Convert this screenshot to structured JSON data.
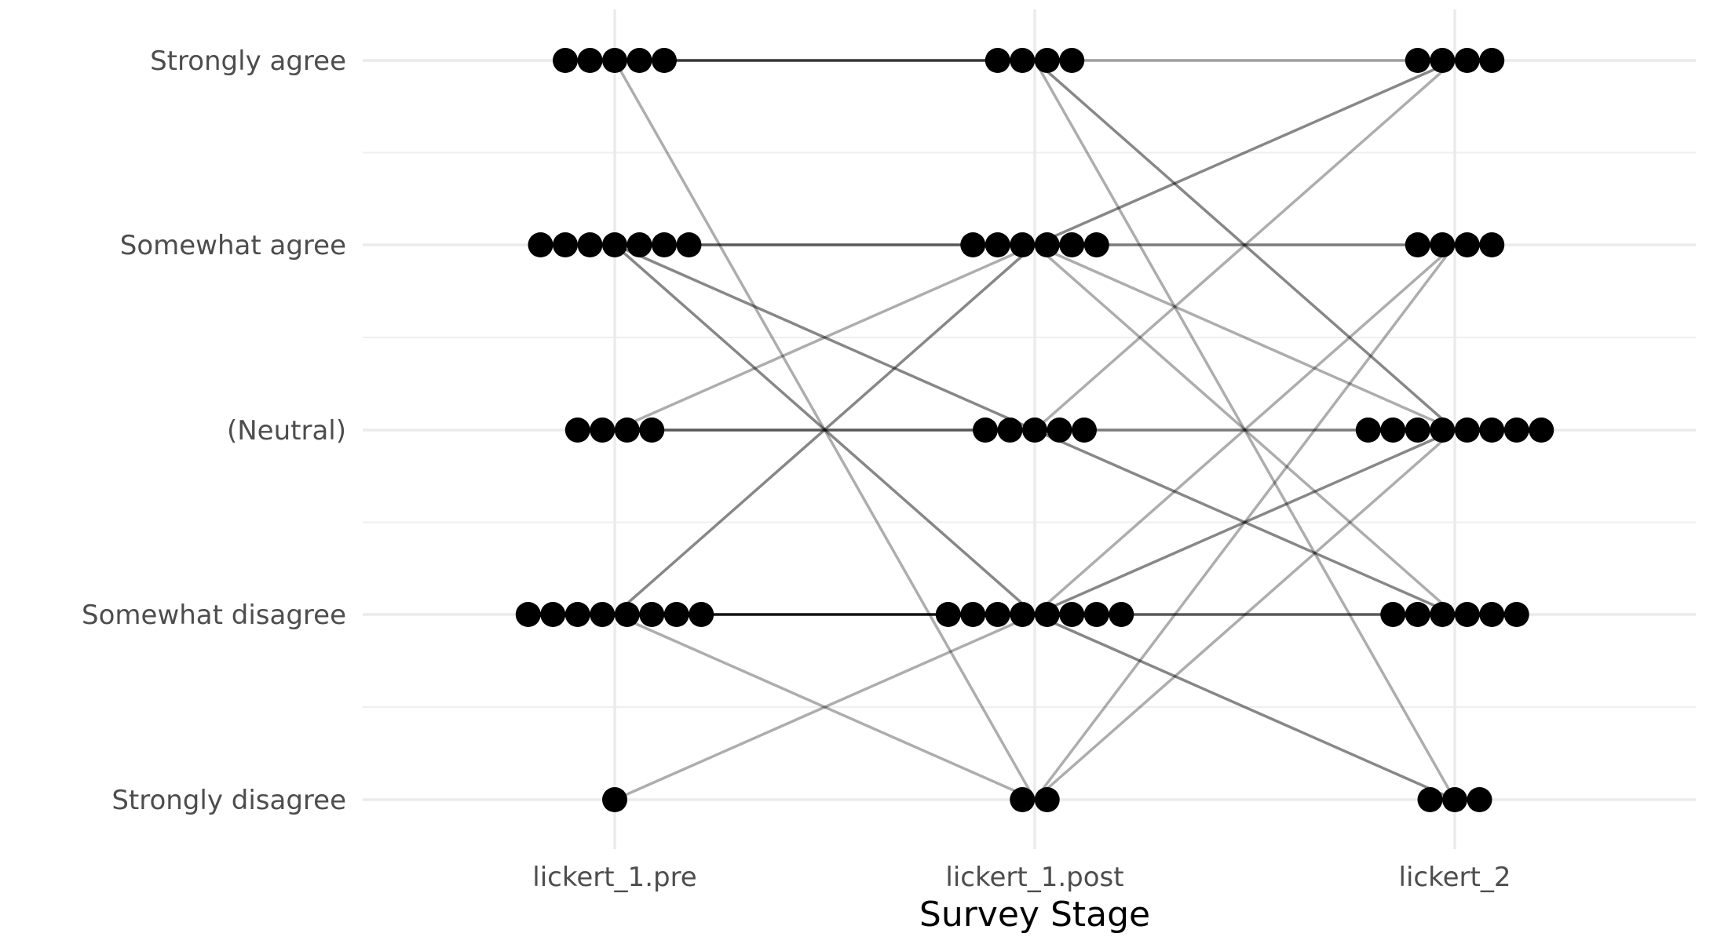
{
  "chart_data": {
    "type": "scatter",
    "subtype": "slopegraph",
    "title": "",
    "xlabel": "Survey Stage",
    "ylabel": "",
    "x_categories": [
      "lickert_1.pre",
      "lickert_1.post",
      "lickert_2"
    ],
    "y_categories": [
      "Strongly disagree",
      "Somewhat disagree",
      "(Neutral)",
      "Somewhat agree",
      "Strongly agree"
    ],
    "grid": true,
    "legend": "none",
    "point_color": "#000000",
    "counts": [
      {
        "stage": "lickert_1.pre",
        "level": "Strongly agree",
        "n": 5
      },
      {
        "stage": "lickert_1.pre",
        "level": "Somewhat agree",
        "n": 7
      },
      {
        "stage": "lickert_1.pre",
        "level": "(Neutral)",
        "n": 4
      },
      {
        "stage": "lickert_1.pre",
        "level": "Somewhat disagree",
        "n": 8
      },
      {
        "stage": "lickert_1.pre",
        "level": "Strongly disagree",
        "n": 1
      },
      {
        "stage": "lickert_1.post",
        "level": "Strongly agree",
        "n": 4
      },
      {
        "stage": "lickert_1.post",
        "level": "Somewhat agree",
        "n": 6
      },
      {
        "stage": "lickert_1.post",
        "level": "(Neutral)",
        "n": 5
      },
      {
        "stage": "lickert_1.post",
        "level": "Somewhat disagree",
        "n": 8
      },
      {
        "stage": "lickert_1.post",
        "level": "Strongly disagree",
        "n": 2
      },
      {
        "stage": "lickert_2",
        "level": "Strongly agree",
        "n": 4
      },
      {
        "stage": "lickert_2",
        "level": "Somewhat agree",
        "n": 4
      },
      {
        "stage": "lickert_2",
        "level": "(Neutral)",
        "n": 8
      },
      {
        "stage": "lickert_2",
        "level": "Somewhat disagree",
        "n": 6
      },
      {
        "stage": "lickert_2",
        "level": "Strongly disagree",
        "n": 3
      }
    ],
    "transitions": [
      {
        "from_stage": "lickert_1.pre",
        "to_stage": "lickert_1.post",
        "from": "Strongly agree",
        "to": "Strongly agree",
        "n": 4
      },
      {
        "from_stage": "lickert_1.pre",
        "to_stage": "lickert_1.post",
        "from": "Strongly agree",
        "to": "Strongly disagree",
        "n": 1
      },
      {
        "from_stage": "lickert_1.pre",
        "to_stage": "lickert_1.post",
        "from": "Somewhat agree",
        "to": "Somewhat agree",
        "n": 3
      },
      {
        "from_stage": "lickert_1.pre",
        "to_stage": "lickert_1.post",
        "from": "Somewhat agree",
        "to": "(Neutral)",
        "n": 2
      },
      {
        "from_stage": "lickert_1.pre",
        "to_stage": "lickert_1.post",
        "from": "Somewhat agree",
        "to": "Somewhat disagree",
        "n": 2
      },
      {
        "from_stage": "lickert_1.pre",
        "to_stage": "lickert_1.post",
        "from": "(Neutral)",
        "to": "Somewhat agree",
        "n": 1
      },
      {
        "from_stage": "lickert_1.pre",
        "to_stage": "lickert_1.post",
        "from": "(Neutral)",
        "to": "(Neutral)",
        "n": 3
      },
      {
        "from_stage": "lickert_1.pre",
        "to_stage": "lickert_1.post",
        "from": "Somewhat disagree",
        "to": "Somewhat agree",
        "n": 2
      },
      {
        "from_stage": "lickert_1.pre",
        "to_stage": "lickert_1.post",
        "from": "Somewhat disagree",
        "to": "Somewhat disagree",
        "n": 5
      },
      {
        "from_stage": "lickert_1.pre",
        "to_stage": "lickert_1.post",
        "from": "Somewhat disagree",
        "to": "Strongly disagree",
        "n": 1
      },
      {
        "from_stage": "lickert_1.pre",
        "to_stage": "lickert_1.post",
        "from": "Strongly disagree",
        "to": "Somewhat disagree",
        "n": 1
      },
      {
        "from_stage": "lickert_1.post",
        "to_stage": "lickert_2",
        "from": "Strongly agree",
        "to": "Strongly agree",
        "n": 1
      },
      {
        "from_stage": "lickert_1.post",
        "to_stage": "lickert_2",
        "from": "Strongly agree",
        "to": "(Neutral)",
        "n": 2
      },
      {
        "from_stage": "lickert_1.post",
        "to_stage": "lickert_2",
        "from": "Strongly agree",
        "to": "Strongly disagree",
        "n": 1
      },
      {
        "from_stage": "lickert_1.post",
        "to_stage": "lickert_2",
        "from": "Somewhat agree",
        "to": "Strongly agree",
        "n": 2
      },
      {
        "from_stage": "lickert_1.post",
        "to_stage": "lickert_2",
        "from": "Somewhat agree",
        "to": "Somewhat agree",
        "n": 2
      },
      {
        "from_stage": "lickert_1.post",
        "to_stage": "lickert_2",
        "from": "Somewhat agree",
        "to": "(Neutral)",
        "n": 1
      },
      {
        "from_stage": "lickert_1.post",
        "to_stage": "lickert_2",
        "from": "Somewhat agree",
        "to": "Somewhat disagree",
        "n": 1
      },
      {
        "from_stage": "lickert_1.post",
        "to_stage": "lickert_2",
        "from": "(Neutral)",
        "to": "Strongly agree",
        "n": 1
      },
      {
        "from_stage": "lickert_1.post",
        "to_stage": "lickert_2",
        "from": "(Neutral)",
        "to": "(Neutral)",
        "n": 2
      },
      {
        "from_stage": "lickert_1.post",
        "to_stage": "lickert_2",
        "from": "(Neutral)",
        "to": "Somewhat disagree",
        "n": 2
      },
      {
        "from_stage": "lickert_1.post",
        "to_stage": "lickert_2",
        "from": "Somewhat disagree",
        "to": "Somewhat agree",
        "n": 1
      },
      {
        "from_stage": "lickert_1.post",
        "to_stage": "lickert_2",
        "from": "Somewhat disagree",
        "to": "(Neutral)",
        "n": 2
      },
      {
        "from_stage": "lickert_1.post",
        "to_stage": "lickert_2",
        "from": "Somewhat disagree",
        "to": "Somewhat disagree",
        "n": 3
      },
      {
        "from_stage": "lickert_1.post",
        "to_stage": "lickert_2",
        "from": "Somewhat disagree",
        "to": "Strongly disagree",
        "n": 2
      },
      {
        "from_stage": "lickert_1.post",
        "to_stage": "lickert_2",
        "from": "Strongly disagree",
        "to": "Somewhat agree",
        "n": 1
      },
      {
        "from_stage": "lickert_1.post",
        "to_stage": "lickert_2",
        "from": "Strongly disagree",
        "to": "(Neutral)",
        "n": 1
      }
    ]
  }
}
